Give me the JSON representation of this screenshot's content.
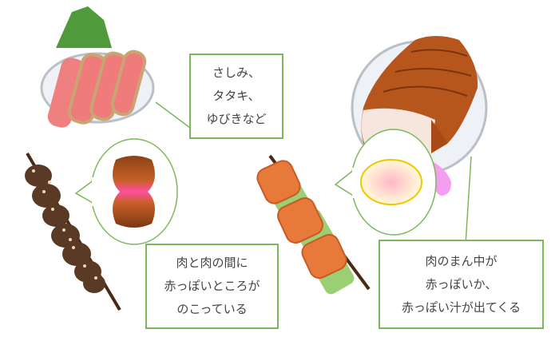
{
  "labels": {
    "raw": {
      "lines": [
        "さしみ、",
        "タタキ、",
        "ゆびきなど"
      ]
    },
    "between": {
      "lines": [
        "肉と肉の間に",
        "赤っぽいところが",
        "のこっている"
      ]
    },
    "center": {
      "lines": [
        "肉のまん中が",
        "赤っぽいか、",
        "赤っぽい汁が出てくる"
      ]
    }
  },
  "colors": {
    "border": "#7cb75a",
    "text": "#444444",
    "juice": "#f59ef0"
  }
}
